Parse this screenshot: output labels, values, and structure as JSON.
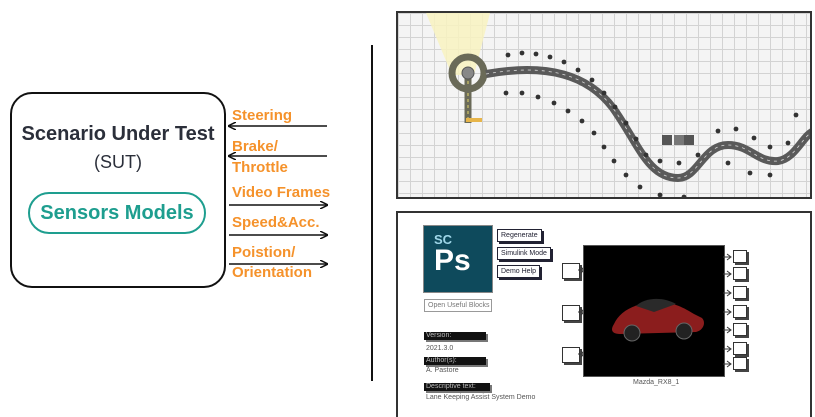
{
  "sut": {
    "title": "Scenario Under Test",
    "subtitle": "(SUT)",
    "sensors": "Sensors Models"
  },
  "signals": {
    "steering": "Steering",
    "brake_line1": "Brake/",
    "brake_line2": "Throttle",
    "video": "Video Frames",
    "speed": "Speed&Acc.",
    "position_line1": "Poistion/",
    "position_line2": "Orientation"
  },
  "simulink": {
    "logo_top": "SC",
    "logo_main": "Ps",
    "buttons": [
      "Regenerate",
      "Simulink Mode",
      "Demo Help"
    ],
    "open_blocks": "Open Useful Blocks",
    "version_label": "Version:",
    "version_value": "2021.3.0",
    "author_label": "Author(s):",
    "author_value": "A. Pastore",
    "desc_label": "Descriptive text:",
    "desc_value": "Lane Keeping Assist System Demo",
    "block_name": "Mazda_RX8_1"
  },
  "colors": {
    "signal": "#f5922b",
    "sensors": "#1e9e8f",
    "text": "#2b2f3a"
  }
}
